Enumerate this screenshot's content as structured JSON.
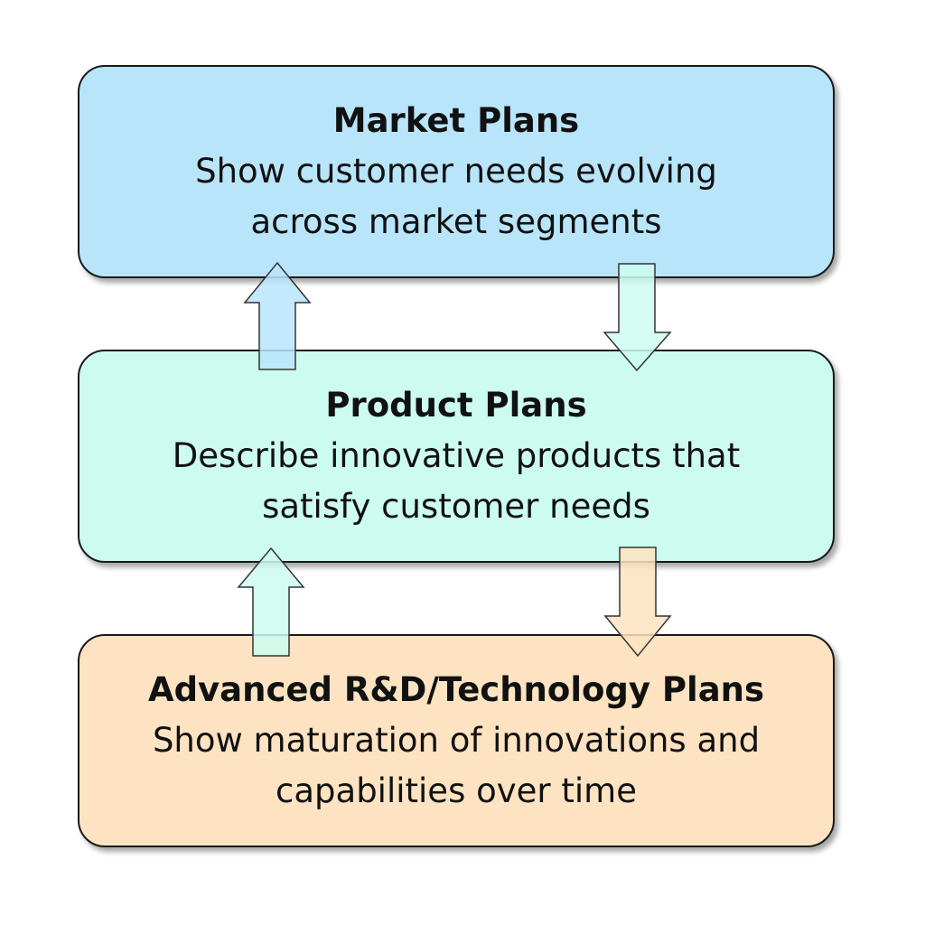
{
  "boxes": [
    {
      "title": "Market Plans",
      "lines": [
        "Show customer needs evolving",
        "across market segments"
      ],
      "color": "#b9e5fb"
    },
    {
      "title": "Product Plans",
      "lines": [
        "Describe innovative products that",
        "satisfy customer needs"
      ],
      "color": "#ccfcf0"
    },
    {
      "title": "Advanced R&D/Technology Plans",
      "lines": [
        "Show maturation of innovations and",
        "capabilities over time"
      ],
      "color": "#fde3c2"
    }
  ],
  "arrows": [
    {
      "from": "Product Plans",
      "to": "Market Plans",
      "direction": "up",
      "color": "#b9e5fb"
    },
    {
      "from": "Market Plans",
      "to": "Product Plans",
      "direction": "down",
      "color": "#ccfcf0"
    },
    {
      "from": "Advanced R&D/Technology Plans",
      "to": "Product Plans",
      "direction": "up",
      "color": "#ccfcf0"
    },
    {
      "from": "Product Plans",
      "to": "Advanced R&D/Technology Plans",
      "direction": "down",
      "color": "#fde3c2"
    }
  ]
}
